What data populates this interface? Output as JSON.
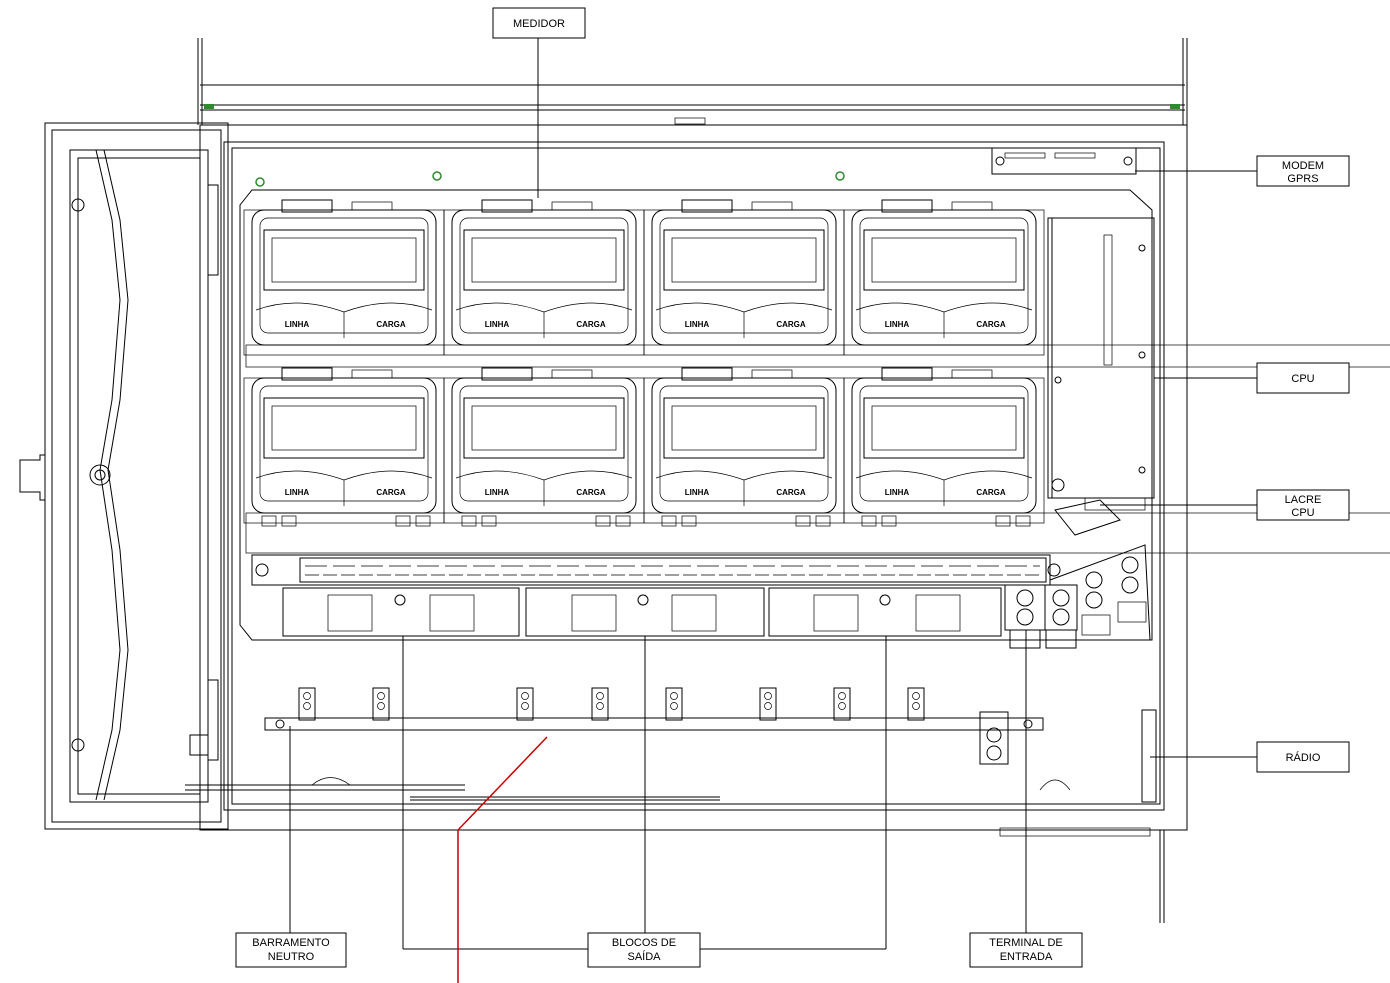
{
  "labels": {
    "medidor": "MEDIDOR",
    "modem_line1": "MODEM",
    "modem_line2": "GPRS",
    "cpu": "CPU",
    "lacre_line1": "LACRE",
    "lacre_line2": "CPU",
    "radio": "RÁDIO",
    "barramento_line1": "BARRAMENTO",
    "barramento_line2": "NEUTRO",
    "blocos_line1": "BLOCOS DE",
    "blocos_line2": "SAÍDA",
    "terminal_line1": "TERMINAL DE",
    "terminal_line2": "ENTRADA"
  },
  "meters": [
    {
      "linha": "LINHA",
      "carga": "CARGA"
    },
    {
      "linha": "LINHA",
      "carga": "CARGA"
    },
    {
      "linha": "LINHA",
      "carga": "CARGA"
    },
    {
      "linha": "LINHA",
      "carga": "CARGA"
    },
    {
      "linha": "LINHA",
      "carga": "CARGA"
    },
    {
      "linha": "LINHA",
      "carga": "CARGA"
    },
    {
      "linha": "LINHA",
      "carga": "CARGA"
    },
    {
      "linha": "LINHA",
      "carga": "CARGA"
    }
  ],
  "colors": {
    "line": "#000000",
    "pointer": "#cc0000",
    "accent": "#2e8b2e"
  }
}
